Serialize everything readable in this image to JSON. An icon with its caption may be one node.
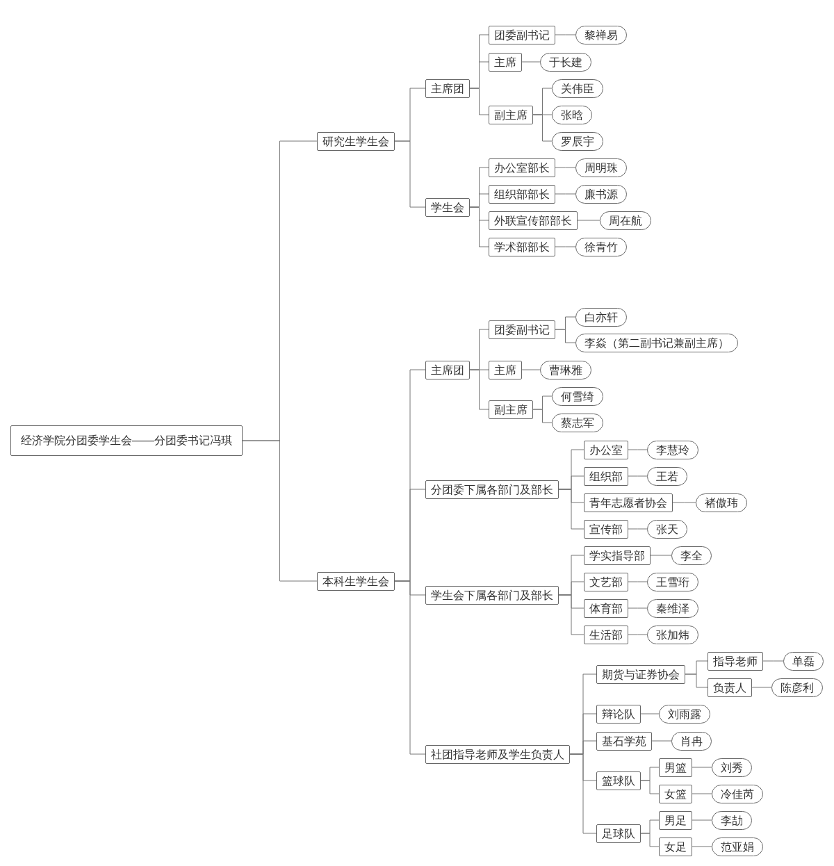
{
  "diagram": {
    "nodes": [
      {
        "text": [
          "经济学院分团委学生会——分团委书记冯琪"
        ]
      },
      {
        "text": [
          "研究生学生会"
        ]
      },
      {
        "text": [
          "主席团"
        ]
      },
      {
        "text": [
          "团委副书记"
        ]
      },
      {
        "text": [
          "黎禅易"
        ]
      },
      {
        "text": [
          "主席"
        ]
      },
      {
        "text": [
          "于长建"
        ]
      },
      {
        "text": [
          "副主席"
        ]
      },
      {
        "text": [
          "关伟臣"
        ]
      },
      {
        "text": [
          "张晗"
        ]
      },
      {
        "text": [
          "罗辰宇"
        ]
      },
      {
        "text": [
          "学生会"
        ]
      },
      {
        "text": [
          "办公室部长"
        ]
      },
      {
        "text": [
          "周明珠"
        ]
      },
      {
        "text": [
          "组织部部长"
        ]
      },
      {
        "text": [
          "廉书源"
        ]
      },
      {
        "text": [
          "外联宣传部部长"
        ]
      },
      {
        "text": [
          "周在航"
        ]
      },
      {
        "text": [
          "学术部部长"
        ]
      },
      {
        "text": [
          "徐青竹"
        ]
      },
      {
        "text": [
          "本科生学生会"
        ]
      },
      {
        "text": [
          "主席团"
        ]
      },
      {
        "text": [
          "团委副书记"
        ]
      },
      {
        "text": [
          "白亦轩"
        ]
      },
      {
        "text": [
          "李焱（第二副书记兼副主席）"
        ]
      },
      {
        "text": [
          "主席"
        ]
      },
      {
        "text": [
          "曹琳雅"
        ]
      },
      {
        "text": [
          "副主席"
        ]
      },
      {
        "text": [
          "何雪绮"
        ]
      },
      {
        "text": [
          "蔡志军"
        ]
      },
      {
        "text": [
          "分团委下属各部门及部长"
        ]
      },
      {
        "text": [
          "办公室"
        ]
      },
      {
        "text": [
          "李慧玲"
        ]
      },
      {
        "text": [
          "组织部"
        ]
      },
      {
        "text": [
          "王若"
        ]
      },
      {
        "text": [
          "青年志愿者协会"
        ]
      },
      {
        "text": [
          "褚傲玮"
        ]
      },
      {
        "text": [
          "宣传部"
        ]
      },
      {
        "text": [
          "张天"
        ]
      },
      {
        "text": [
          "学生会下属各部门及部长"
        ]
      },
      {
        "text": [
          "学实指导部"
        ]
      },
      {
        "text": [
          "李全"
        ]
      },
      {
        "text": [
          "文艺部"
        ]
      },
      {
        "text": [
          "王雪珩"
        ]
      },
      {
        "text": [
          "体育部"
        ]
      },
      {
        "text": [
          "秦维泽"
        ]
      },
      {
        "text": [
          "生活部"
        ]
      },
      {
        "text": [
          "张加炜"
        ]
      },
      {
        "text": [
          "社团指导老师及学生负责人"
        ]
      },
      {
        "text": [
          "期货与证券协会"
        ]
      },
      {
        "text": [
          "指导老师"
        ]
      },
      {
        "text": [
          "单磊"
        ]
      },
      {
        "text": [
          "负责人"
        ]
      },
      {
        "text": [
          "陈彦利"
        ]
      },
      {
        "text": [
          "辩论队"
        ]
      },
      {
        "text": [
          "刘雨露"
        ]
      },
      {
        "text": [
          "基石学苑"
        ]
      },
      {
        "text": [
          "肖冉"
        ]
      },
      {
        "text": [
          "篮球队"
        ]
      },
      {
        "text": [
          "男篮"
        ]
      },
      {
        "text": [
          "刘秀"
        ]
      },
      {
        "text": [
          "女篮"
        ]
      },
      {
        "text": [
          "冷佳芮"
        ]
      },
      {
        "text": [
          "足球队"
        ]
      },
      {
        "text": [
          "男足"
        ]
      },
      {
        "text": [
          "李劼"
        ]
      },
      {
        "text": [
          "女足"
        ]
      },
      {
        "text": [
          "范亚娟"
        ]
      }
    ],
    "edges": [
      {
        "from": 0,
        "to": 1,
        "arrow": "none"
      },
      {
        "from": 1,
        "to": 2,
        "arrow": "none"
      },
      {
        "from": 2,
        "to": 3,
        "arrow": "none"
      },
      {
        "from": 3,
        "to": 4,
        "arrow": "none"
      },
      {
        "from": 2,
        "to": 5,
        "arrow": "none"
      },
      {
        "from": 5,
        "to": 6,
        "arrow": "none"
      },
      {
        "from": 2,
        "to": 7,
        "arrow": "none"
      },
      {
        "from": 7,
        "to": 8,
        "arrow": "none"
      },
      {
        "from": 7,
        "to": 9,
        "arrow": "none"
      },
      {
        "from": 7,
        "to": 10,
        "arrow": "none"
      },
      {
        "from": 1,
        "to": 11,
        "arrow": "none"
      },
      {
        "from": 11,
        "to": 12,
        "arrow": "none"
      },
      {
        "from": 12,
        "to": 13,
        "arrow": "none"
      },
      {
        "from": 11,
        "to": 14,
        "arrow": "none"
      },
      {
        "from": 14,
        "to": 15,
        "arrow": "none"
      },
      {
        "from": 11,
        "to": 16,
        "arrow": "none"
      },
      {
        "from": 16,
        "to": 17,
        "arrow": "none"
      },
      {
        "from": 11,
        "to": 18,
        "arrow": "none"
      },
      {
        "from": 18,
        "to": 19,
        "arrow": "none"
      },
      {
        "from": 0,
        "to": 20,
        "arrow": "none"
      },
      {
        "from": 20,
        "to": 21,
        "arrow": "none"
      },
      {
        "from": 21,
        "to": 22,
        "arrow": "none"
      },
      {
        "from": 22,
        "to": 23,
        "arrow": "none"
      },
      {
        "from": 22,
        "to": 24,
        "arrow": "none"
      },
      {
        "from": 21,
        "to": 25,
        "arrow": "none"
      },
      {
        "from": 25,
        "to": 26,
        "arrow": "none"
      },
      {
        "from": 21,
        "to": 27,
        "arrow": "none"
      },
      {
        "from": 27,
        "to": 28,
        "arrow": "none"
      },
      {
        "from": 27,
        "to": 29,
        "arrow": "none"
      },
      {
        "from": 20,
        "to": 30,
        "arrow": "none"
      },
      {
        "from": 30,
        "to": 31,
        "arrow": "none"
      },
      {
        "from": 31,
        "to": 32,
        "arrow": "none"
      },
      {
        "from": 30,
        "to": 33,
        "arrow": "none"
      },
      {
        "from": 33,
        "to": 34,
        "arrow": "none"
      },
      {
        "from": 30,
        "to": 35,
        "arrow": "none"
      },
      {
        "from": 35,
        "to": 36,
        "arrow": "none"
      },
      {
        "from": 30,
        "to": 37,
        "arrow": "none"
      },
      {
        "from": 37,
        "to": 38,
        "arrow": "none"
      },
      {
        "from": 20,
        "to": 39,
        "arrow": "none"
      },
      {
        "from": 39,
        "to": 40,
        "arrow": "none"
      },
      {
        "from": 40,
        "to": 41,
        "arrow": "none"
      },
      {
        "from": 39,
        "to": 42,
        "arrow": "none"
      },
      {
        "from": 42,
        "to": 43,
        "arrow": "none"
      },
      {
        "from": 39,
        "to": 44,
        "arrow": "none"
      },
      {
        "from": 44,
        "to": 45,
        "arrow": "none"
      },
      {
        "from": 39,
        "to": 46,
        "arrow": "none"
      },
      {
        "from": 46,
        "to": 47,
        "arrow": "none"
      },
      {
        "from": 20,
        "to": 48,
        "arrow": "none"
      },
      {
        "from": 48,
        "to": 49,
        "arrow": "none"
      },
      {
        "from": 49,
        "to": 50,
        "arrow": "none"
      },
      {
        "from": 50,
        "to": 51,
        "arrow": "none"
      },
      {
        "from": 49,
        "to": 52,
        "arrow": "none"
      },
      {
        "from": 52,
        "to": 53,
        "arrow": "none"
      },
      {
        "from": 48,
        "to": 54,
        "arrow": "none"
      },
      {
        "from": 54,
        "to": 55,
        "arrow": "none"
      },
      {
        "from": 48,
        "to": 56,
        "arrow": "none"
      },
      {
        "from": 56,
        "to": 57,
        "arrow": "none"
      },
      {
        "from": 48,
        "to": 58,
        "arrow": "none"
      },
      {
        "from": 58,
        "to": 59,
        "arrow": "none"
      },
      {
        "from": 59,
        "to": 60,
        "arrow": "none"
      },
      {
        "from": 58,
        "to": 61,
        "arrow": "none"
      },
      {
        "from": 61,
        "to": 62,
        "arrow": "none"
      },
      {
        "from": 48,
        "to": 63,
        "arrow": "none"
      },
      {
        "from": 63,
        "to": 64,
        "arrow": "none"
      },
      {
        "from": 64,
        "to": 65,
        "arrow": "none"
      },
      {
        "from": 63,
        "to": 66,
        "arrow": "none"
      },
      {
        "from": 66,
        "to": 67,
        "arrow": "none"
      }
    ]
  }
}
